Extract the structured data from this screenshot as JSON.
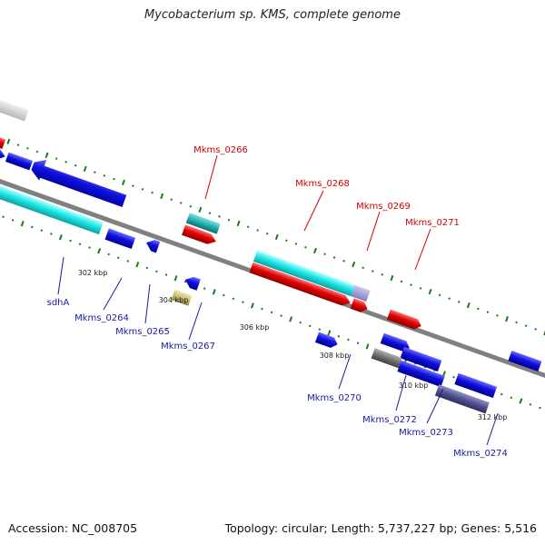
{
  "title": "Mycobacterium sp. KMS, complete genome",
  "footer": {
    "accession": "Accession: NC_008705",
    "topology": "Topology: circular; Length: 5,737,227 bp; Genes: 5,516"
  },
  "colors": {
    "backbone": "#808080",
    "tick_green": "#1a7a1a",
    "blue_gene": "#1010e0",
    "red_gene": "#e00000",
    "cyan_gene": "#20e8e8",
    "teal_gene": "#20b0b0",
    "olive_gene": "#c8c070",
    "gray_gene": "#707070",
    "slate_gene": "#505090",
    "label_red": "#d40000",
    "label_blue": "#1a1a9e"
  },
  "scale_labels": [
    "302 kbp",
    "304 kbp",
    "306 kbp",
    "308 kbp",
    "310 kbp",
    "312 kbp"
  ],
  "gene_labels_top": [
    "Mkms_0266",
    "Mkms_0268",
    "Mkms_0269",
    "Mkms_0271"
  ],
  "gene_labels_bottom": [
    "sdhA",
    "Mkms_0264",
    "Mkms_0265",
    "Mkms_0267",
    "Mkms_0270",
    "Mkms_0272",
    "Mkms_0273",
    "Mkms_0274"
  ]
}
